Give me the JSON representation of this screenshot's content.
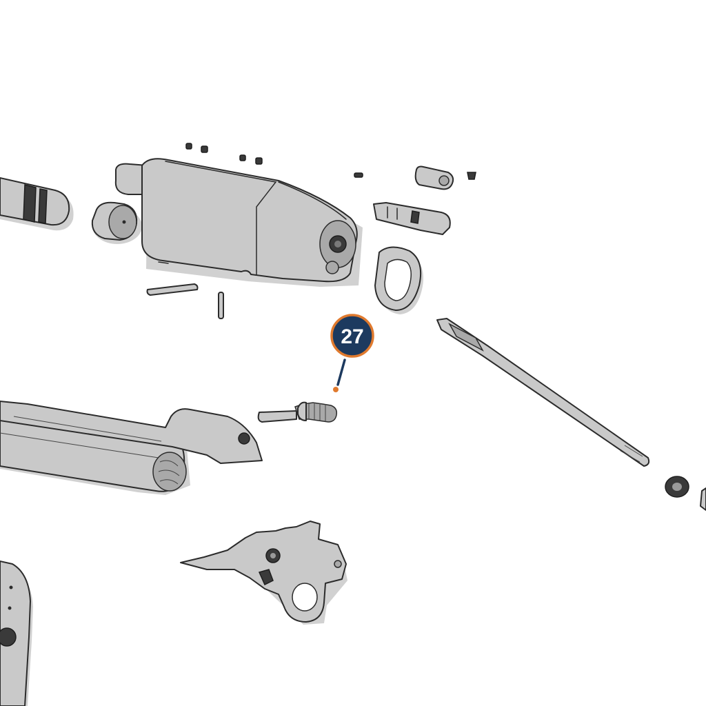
{
  "diagram": {
    "callouts": [
      {
        "number": "27"
      }
    ],
    "colors": {
      "callout_fill": "#1d3a5f",
      "callout_ring": "#e07a2e",
      "part_fill": "#c9c9c9",
      "outline": "#2b2b2b"
    },
    "parts": [
      "magazine-tube-cap",
      "magazine-spring-retainer",
      "receiver",
      "receiver-screws",
      "pins",
      "action-slide-lock",
      "barrel-ring-seal",
      "magazine-spring-follower",
      "action-bar-rod",
      "barrel-assembly",
      "trigger-group",
      "buttstock",
      "nut-washer"
    ]
  }
}
